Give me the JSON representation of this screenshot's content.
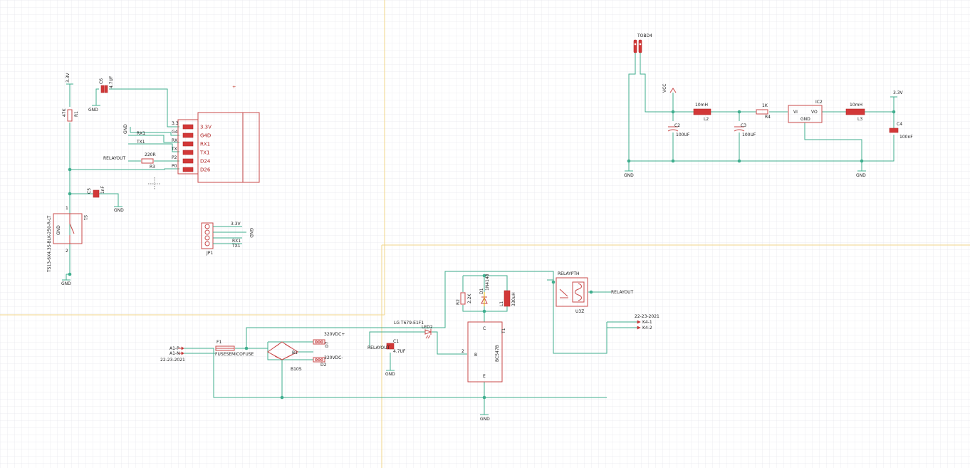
{
  "power_supply": {
    "terminal_block_label": "TOBD4",
    "vcc_label": "VCC",
    "rail_label": "3.3V",
    "inductor_l2": {
      "ref": "L2",
      "value": "10mH"
    },
    "inductor_l3": {
      "ref": "L3",
      "value": "10mH"
    },
    "capacitor_c2": {
      "ref": "C2",
      "value": "100UF"
    },
    "capacitor_c3": {
      "ref": "C3",
      "value": "100UF"
    },
    "capacitor_c4": {
      "ref": "C4",
      "value": "100nF"
    },
    "resistor_r4": {
      "ref": "R4",
      "value": "1K"
    },
    "regulator": {
      "ref": "IC2",
      "pin_in": "VI",
      "pin_gnd": "GND",
      "pin_out": "VO"
    },
    "gnd_left": "GND",
    "gnd_right": "GND"
  },
  "mcu_section": {
    "rail_label": "3.3V",
    "r1": {
      "ref": "R1",
      "value": "47K"
    },
    "c6": {
      "ref": "C6",
      "value": "4.7UF"
    },
    "c6_gnd": "GND",
    "r3": {
      "ref": "R3",
      "value": "220R"
    },
    "relayout_label": "RELAYOUT",
    "gnd_net": "GND",
    "rx_net": "RX1",
    "tx_net": "TX1",
    "module_pins": [
      {
        "name": "3.3",
        "label": "3.3V"
      },
      {
        "name": "G4",
        "label": "G4D"
      },
      {
        "name": "RX",
        "label": "RX1"
      },
      {
        "name": "TX",
        "label": "TX1"
      },
      {
        "name": "P2",
        "label": "D24"
      },
      {
        "name": "P0",
        "label": "D26"
      }
    ],
    "c5": {
      "ref": "C5",
      "value": "1nF"
    },
    "c5_gnd": "GND",
    "switch_part": "TS13-6X4.3S-BLK-250-R-LT",
    "switch_ref": "S1",
    "switch_pin_top": "1",
    "switch_pin_bottom": "2",
    "switch_body": "GND",
    "switch_gnd": "GND"
  },
  "header": {
    "ref": "JP1",
    "pins": [
      "3.3V",
      "GND",
      "RX1",
      "TX1"
    ]
  },
  "relay_section": {
    "ac_input_1": "A1-P",
    "ac_input_2": "A1-N",
    "date_left": "22-23-2021",
    "fuse_ref": "F1",
    "fuse_value": "FUSESEMICOFUSE",
    "bridge_ref": "B1",
    "bridge_part": "B10S",
    "out_plus": "320VDC+",
    "out_minus": "320VDC-",
    "d2_ref": "D2",
    "d2_alt": "D7",
    "c1": {
      "ref": "C1",
      "value": "4.7UF"
    },
    "relayout_label": "RELAYOUT",
    "c1_gnd": "GND",
    "led_ref": "LED2",
    "led_part": "LG T679-E1F1",
    "transistor_ref": "T1",
    "transistor_part": "BC547B",
    "pin_c": "C",
    "pin_b": "B",
    "pin_e": "E",
    "pin_b_num": "2",
    "r2": {
      "ref": "R2",
      "value": "2.2K"
    },
    "d1": {
      "ref": "D1",
      "value": "1N4148"
    },
    "l1": {
      "ref": "L1",
      "value": "330uH"
    },
    "relay_label": "RELAYPTH",
    "relay_ref": "U3Z",
    "relay_out": "RELAYOUT",
    "main_gnd": "GND",
    "date_right": "22-23-2021",
    "k4_pins": [
      "K4-1",
      "K4-2"
    ]
  },
  "colors": {
    "wire": "#3fae8e",
    "part": "#c84a4a",
    "sheet_border": "#f0d68a",
    "grid": "#e6e6ec"
  }
}
